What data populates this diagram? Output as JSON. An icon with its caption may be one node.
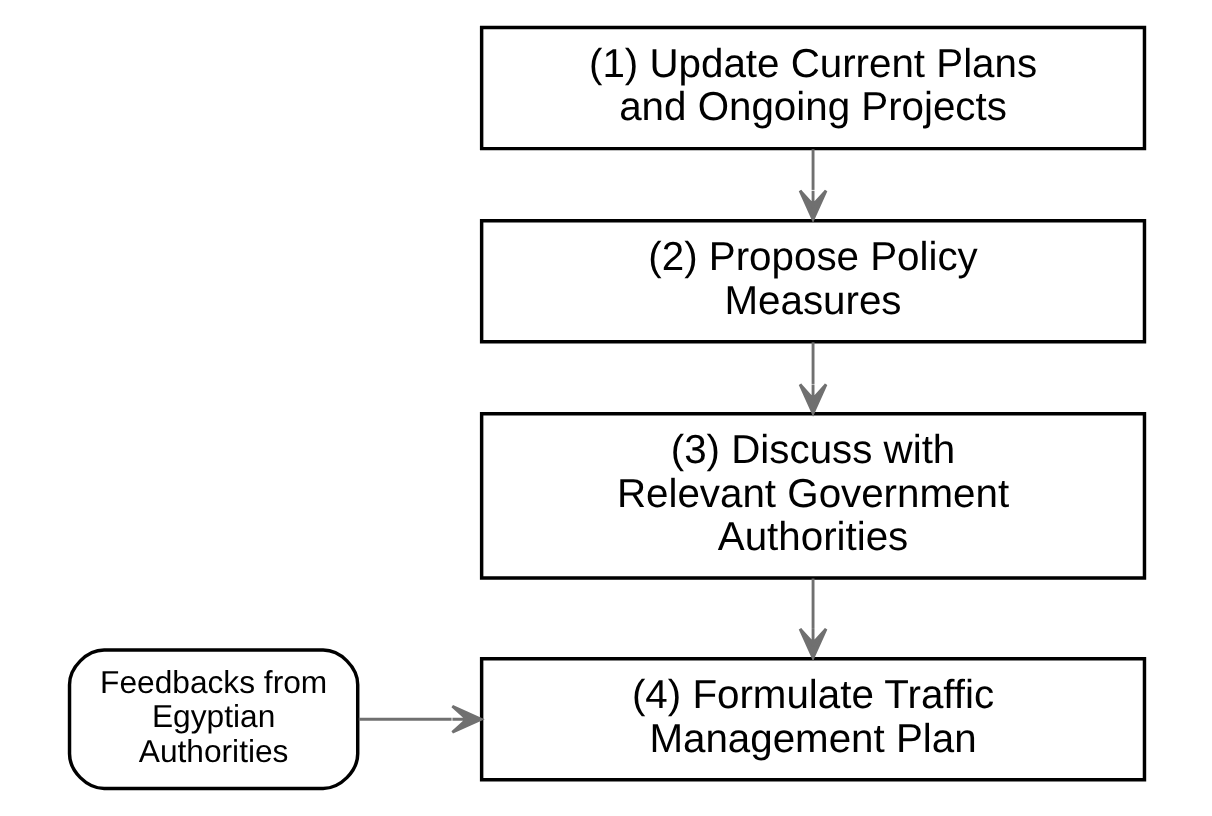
{
  "diagram": {
    "nodes": [
      {
        "text": [
          "(1) Update Current Plans and Ongoing Projects"
        ]
      },
      {
        "text": [
          "(2) Propose Policy Measures"
        ]
      },
      {
        "text": [
          "(3) Discuss with Relevant Government Authorities"
        ]
      },
      {
        "text": [
          "(4) Formulate Traffic Management Plan"
        ]
      },
      {
        "text": [
          "Feedbacks from Egyptian Authorities"
        ]
      }
    ],
    "edges": [
      {
        "from": 0,
        "to": 1,
        "arrow": "to"
      },
      {
        "from": 1,
        "to": 2,
        "arrow": "to"
      },
      {
        "from": 2,
        "to": 3,
        "arrow": "to"
      },
      {
        "from": 4,
        "to": 3,
        "arrow": "to"
      }
    ]
  }
}
